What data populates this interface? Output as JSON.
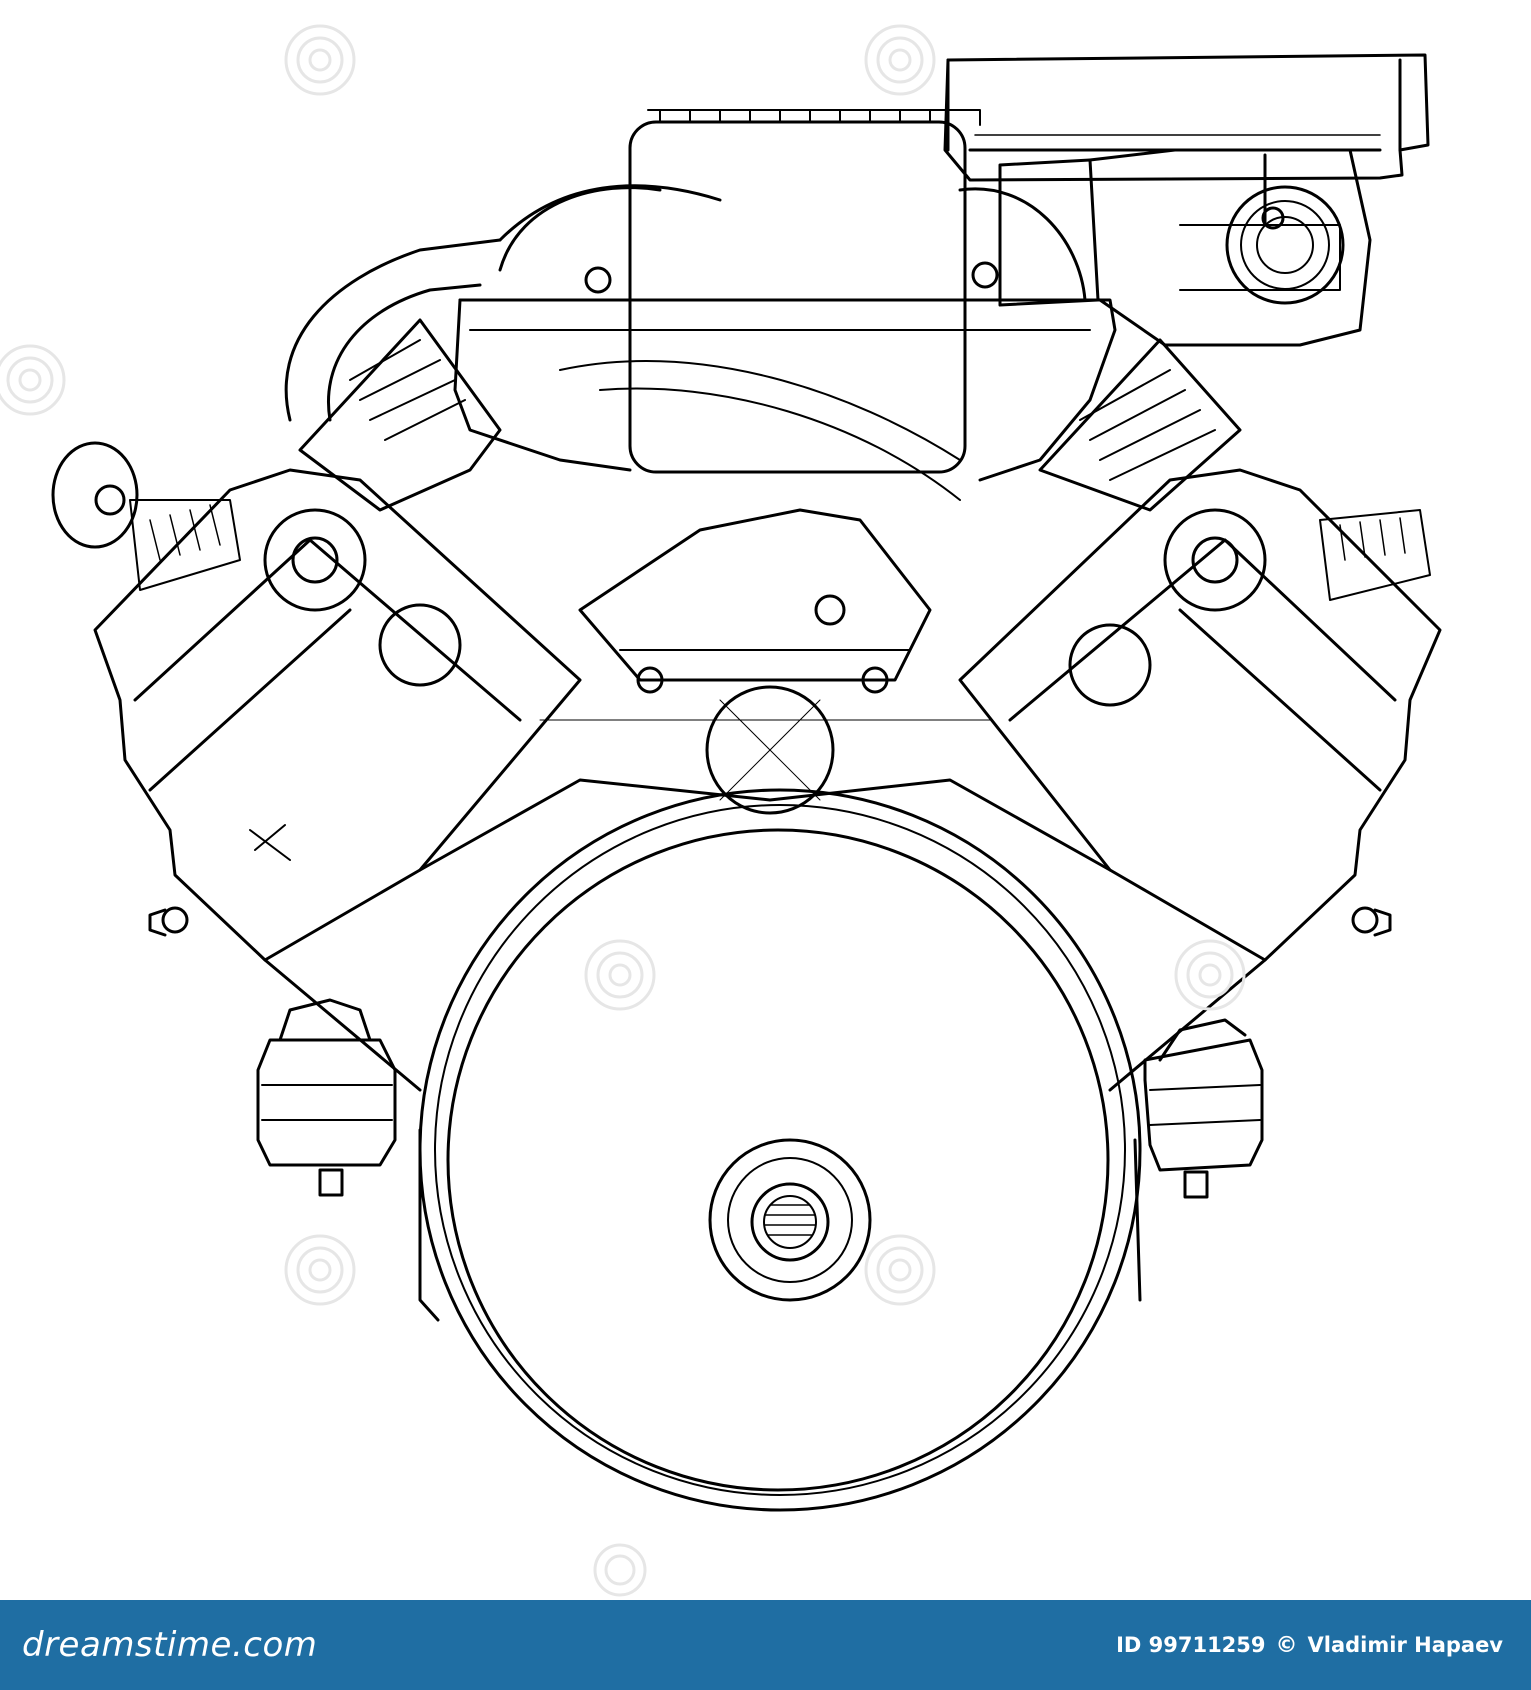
{
  "footer": {
    "brand": "dreamstime.com",
    "image_id": "ID 99711259",
    "copyright_symbol": "©",
    "author": "Vladimir Hapaev",
    "background_color": "#1f6ea3"
  },
  "illustration": {
    "subject": "V8 engine front view line drawing",
    "stroke_color": "#000000",
    "background_color": "#ffffff"
  },
  "watermark": {
    "icon": "spiral-logo-icon",
    "color": "#e6e6e6"
  }
}
